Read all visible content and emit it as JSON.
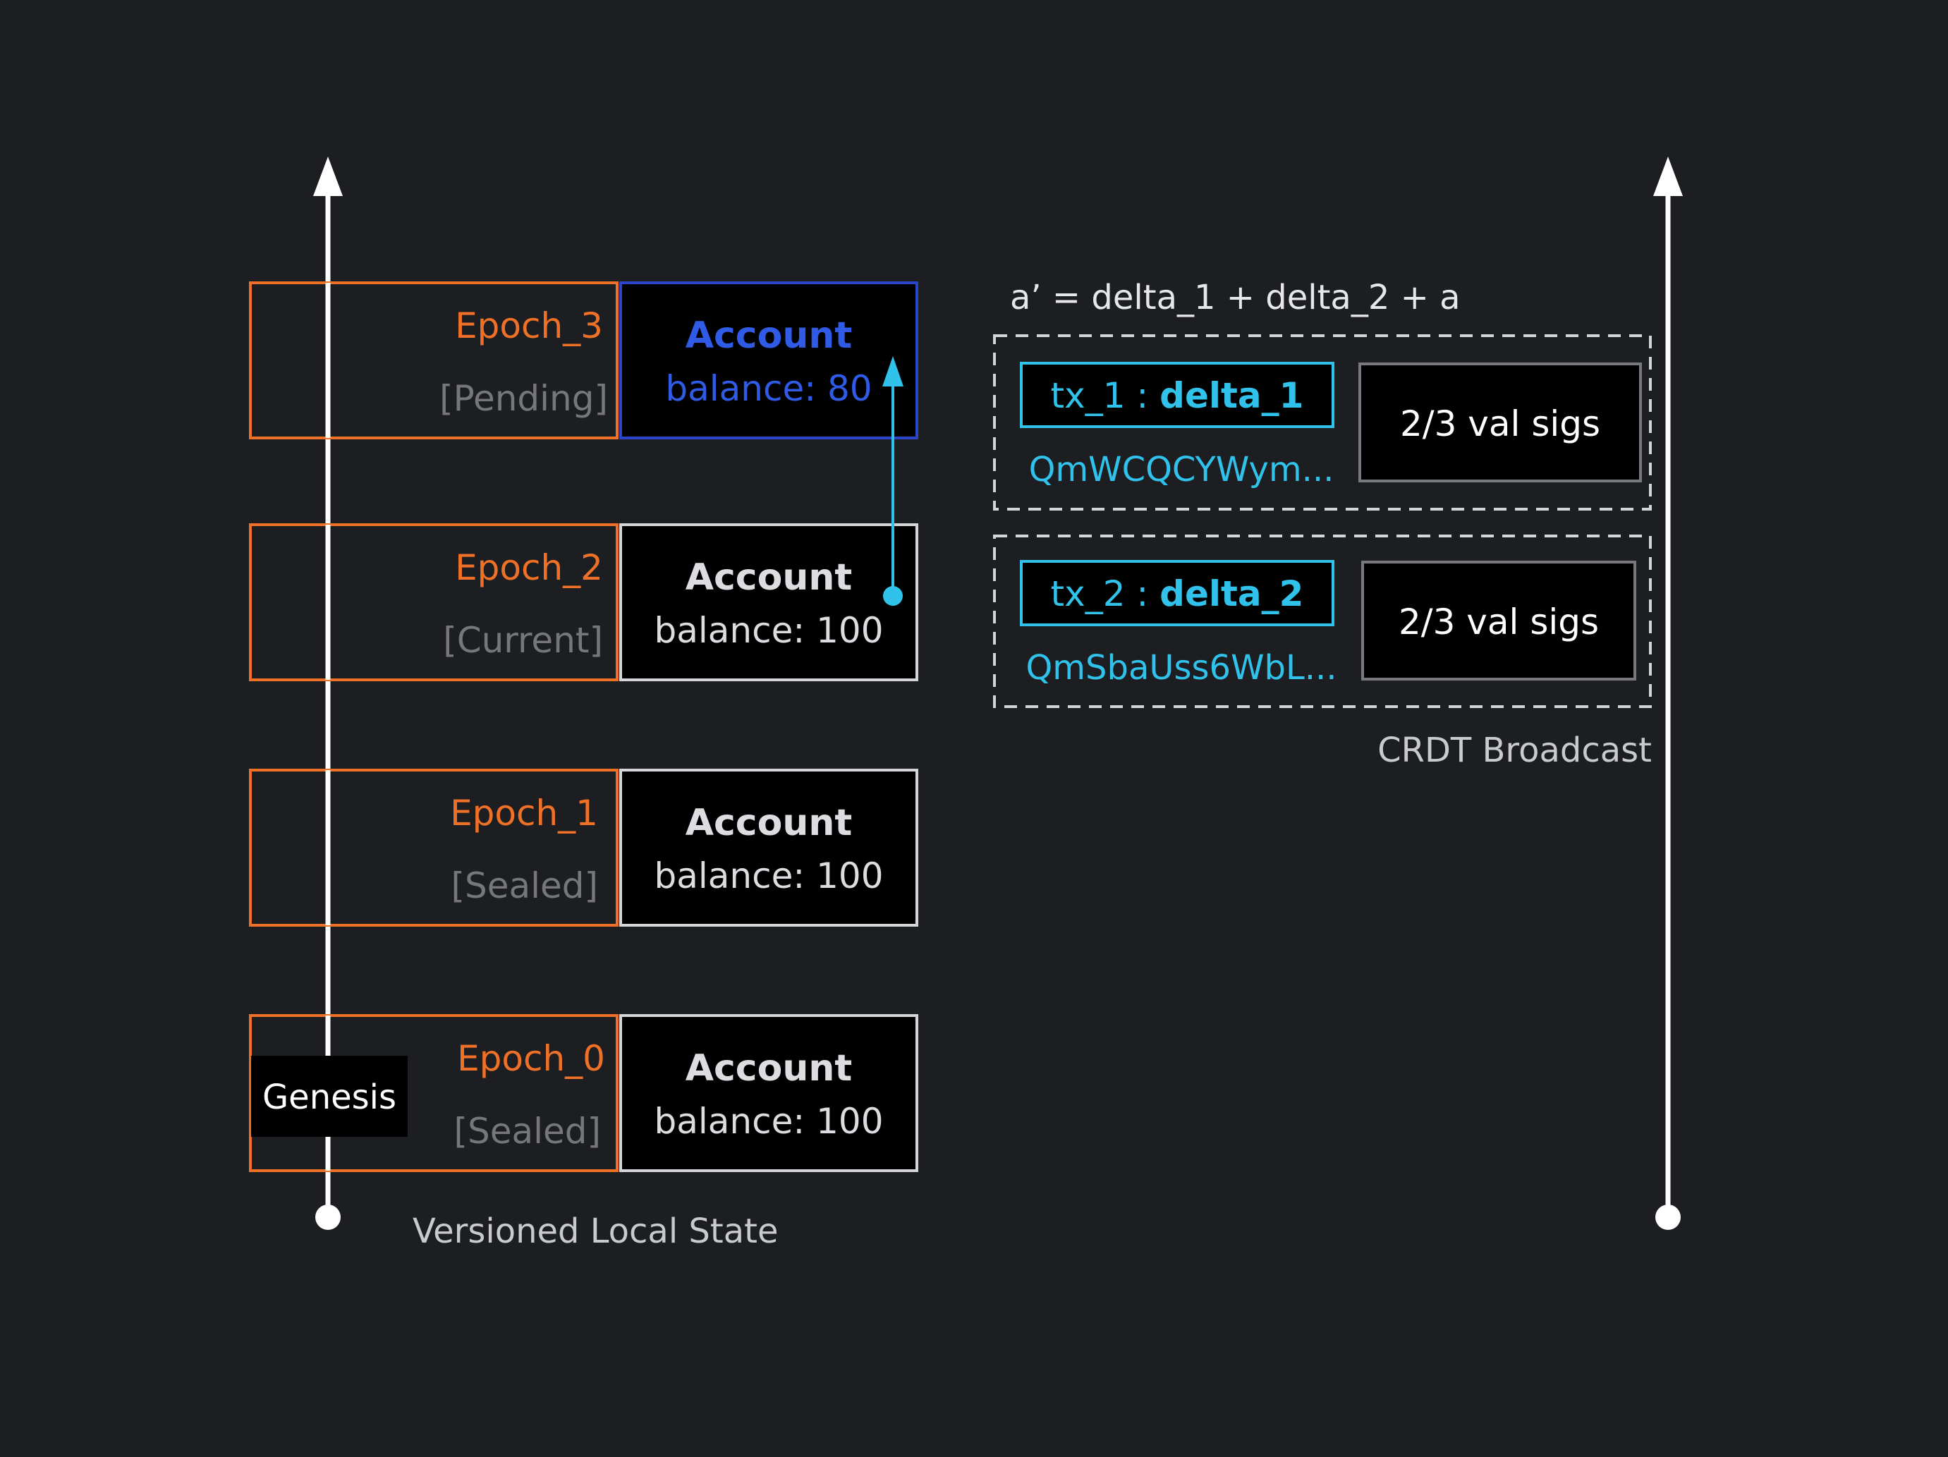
{
  "diagram": {
    "local_state": {
      "caption": "Versioned Local State",
      "genesis_label": "Genesis",
      "epochs": [
        {
          "name": "Epoch_3",
          "status": "[Pending]",
          "account_label": "Account",
          "balance_text": "balance: 80",
          "pending": true
        },
        {
          "name": "Epoch_2",
          "status": "[Current]",
          "account_label": "Account",
          "balance_text": "balance: 100",
          "pending": false
        },
        {
          "name": "Epoch_1",
          "status": "[Sealed]",
          "account_label": "Account",
          "balance_text": "balance: 100",
          "pending": false
        },
        {
          "name": "Epoch_0",
          "status": "[Sealed]",
          "account_label": "Account",
          "balance_text": "balance: 100",
          "pending": false
        }
      ]
    },
    "broadcast": {
      "caption": "CRDT Broadcast",
      "formula": "a’ = delta_1 + delta_2 + a",
      "transactions": [
        {
          "tx_prefix": "tx_1 : ",
          "delta": "delta_1",
          "hash": "QmWCQCYWym...",
          "sigs": "2/3 val sigs"
        },
        {
          "tx_prefix": "tx_2 : ",
          "delta": "delta_2",
          "hash": "QmSbaUss6WbL...",
          "sigs": "2/3 val sigs"
        }
      ]
    },
    "colors": {
      "background": "#1d1e22",
      "epoch_orange": "#ee7127",
      "pending_blue": "#2f5be6",
      "tx_cyan": "#30c2ea",
      "status_gray": "#76777b",
      "box_border": "#d4d5d8"
    }
  }
}
